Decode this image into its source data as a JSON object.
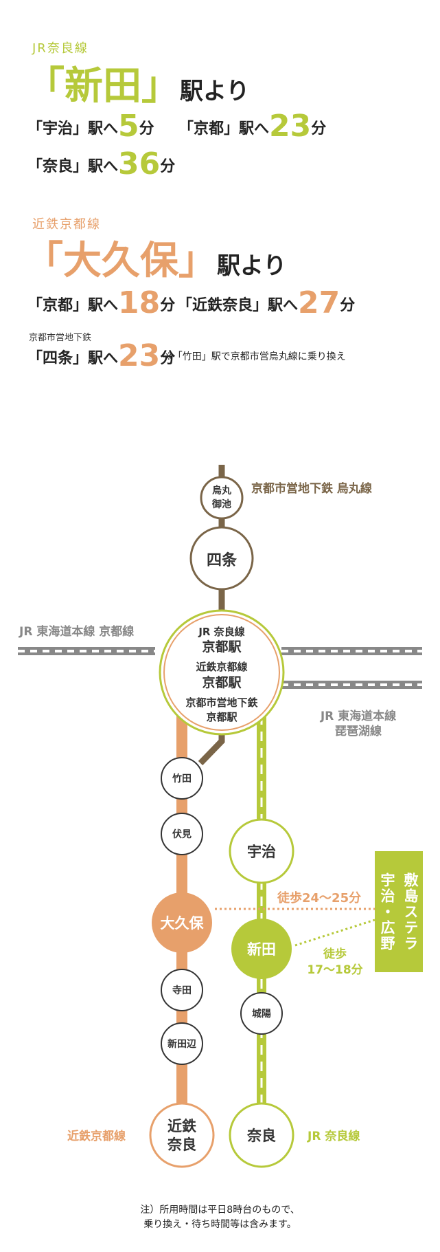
{
  "jr": {
    "line": "JR奈良線",
    "station": "「新田」",
    "from_suffix": "駅より",
    "routes": [
      {
        "dest": "「宇治」駅へ",
        "minutes": "5",
        "unit": "分"
      },
      {
        "dest": "「京都」駅へ",
        "minutes": "23",
        "unit": "分"
      },
      {
        "dest": "「奈良」駅へ",
        "minutes": "36",
        "unit": "分"
      }
    ]
  },
  "kintetsu": {
    "line": "近鉄京都線",
    "station": "「大久保」",
    "from_suffix": "駅より",
    "routes": [
      {
        "dest": "「京都」駅へ",
        "minutes": "18",
        "unit": "分"
      },
      {
        "dest": "「近鉄奈良」駅へ",
        "minutes": "27",
        "unit": "分"
      }
    ],
    "subway_line": "京都市営地下鉄",
    "subway_route": {
      "dest": "「四条」駅へ",
      "minutes": "23",
      "unit": "分"
    },
    "transfer_note": "※「竹田」駅で京都市営烏丸線に乗り換え"
  },
  "map": {
    "colors": {
      "green": "#b6c93a",
      "orange": "#e7a06b",
      "brown": "#7a6548",
      "gray": "#888888"
    },
    "subway_label": "京都市営地下鉄 烏丸線",
    "karasuma_oike": [
      "烏丸",
      "御池"
    ],
    "shijo": "四条",
    "tokaido_kyoto_label": "JR 東海道本線 京都線",
    "tokaido_biwako_label": [
      "JR 東海道本線",
      "琵琶湖線"
    ],
    "kyoto_station": {
      "line1": "JR 奈良線",
      "name1": "京都駅",
      "line2": "近鉄京都線",
      "name2": "京都駅",
      "line3": "京都市営地下鉄",
      "name3": "京都駅"
    },
    "takeda": "竹田",
    "fushimi": "伏見",
    "uji": "宇治",
    "okubo": "大久保",
    "shinden": "新田",
    "teramon": "寺田",
    "shintanabe": "新田辺",
    "joyo": "城陽",
    "kintetsu_nara": [
      "近鉄",
      "奈良"
    ],
    "nara": "奈良",
    "kintetsu_label": "近鉄京都線",
    "jr_nara_label": "JR 奈良線",
    "walk_okubo": "徒歩24〜25分",
    "walk_shinden": [
      "徒歩",
      "17〜18分"
    ],
    "property": [
      "敷島ステラ",
      "宇治・広野"
    ]
  },
  "footnote": [
    "注）所用時間は平日8時台のもので、",
    "乗り換え・待ち時間等は含みます。"
  ]
}
